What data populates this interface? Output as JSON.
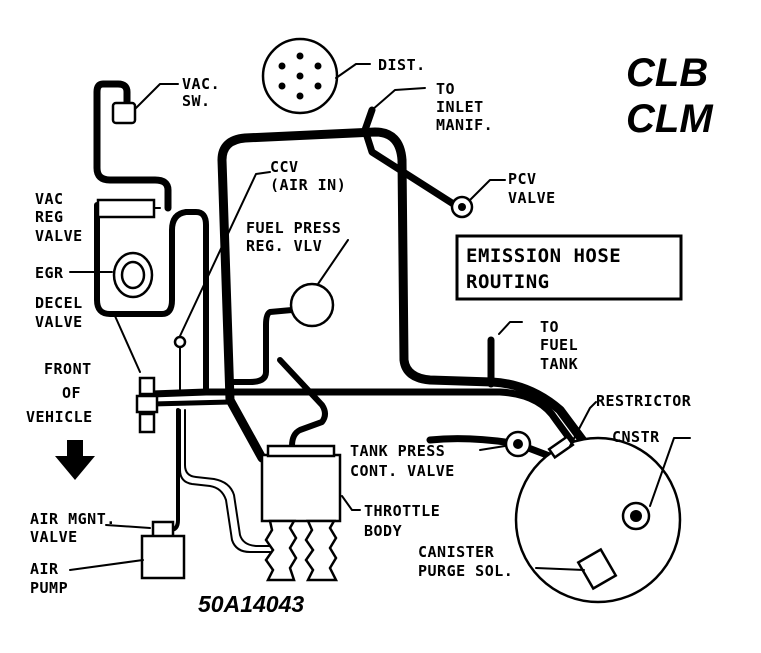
{
  "header": {
    "model_line1": "CLB",
    "model_line2": "CLM"
  },
  "title_box": {
    "line1": "EMISSION HOSE",
    "line2": "ROUTING"
  },
  "figure_code": "50A14043",
  "labels": {
    "vac_sw": [
      "VAC.",
      "SW."
    ],
    "dist": [
      "DIST."
    ],
    "to_inlet_manif": [
      "TO",
      "INLET",
      "MANIF."
    ],
    "pcv_valve": [
      "PCV",
      "VALVE"
    ],
    "ccv": [
      "CCV",
      "(AIR IN)"
    ],
    "vac_reg_valve": [
      "VAC",
      "REG",
      "VALVE"
    ],
    "fuel_press_reg": [
      "FUEL PRESS",
      "REG. VLV"
    ],
    "egr": [
      "EGR"
    ],
    "decel_valve": [
      "DECEL",
      "VALVE"
    ],
    "front_of_vehicle": [
      "FRONT",
      "OF",
      "VEHICLE"
    ],
    "to_fuel_tank": [
      "TO",
      "FUEL",
      "TANK"
    ],
    "restrictor": [
      "RESTRICTOR"
    ],
    "cnstr": [
      "CNSTR"
    ],
    "tank_press": [
      "TANK PRESS",
      "CONT. VALVE"
    ],
    "throttle_body": [
      "THROTTLE",
      "BODY"
    ],
    "air_mgnt_valve": [
      "AIR MGNT.",
      "VALVE"
    ],
    "air_pump": [
      "AIR",
      "PUMP"
    ],
    "canister_purge": [
      "CANISTER",
      "PURGE SOL."
    ]
  },
  "icons": {
    "front_arrow": "down-arrow-icon"
  },
  "colors": {
    "ink": "#000000",
    "paper": "#ffffff"
  }
}
